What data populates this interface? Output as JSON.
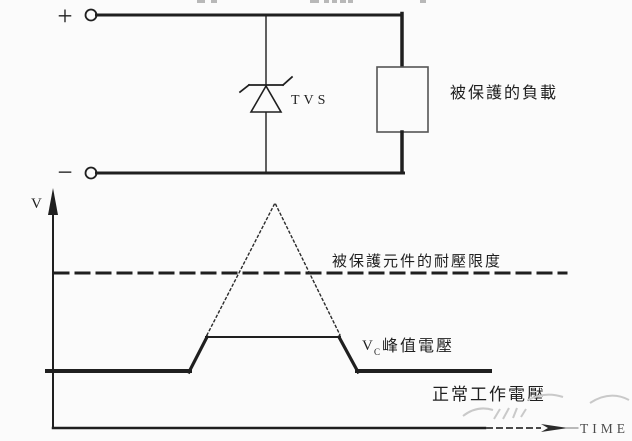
{
  "background": "#fbfbfb",
  "ink_color": "#1f1f1f",
  "box_stroke_color": "#555555",
  "watermark_color": "#c9c9c9",
  "circuit": {
    "plus_label": "+",
    "minus_label": "−",
    "tvs_label": "TVS",
    "load_label": "被保護的負載"
  },
  "graph": {
    "v_axis_label": "V",
    "time_axis_label": "TIME",
    "limit_line_label": "被保護元件的耐壓限度",
    "clamp_label_prefix": "V",
    "clamp_label_subscript": "C",
    "clamp_label_suffix": "峰值電壓",
    "normal_voltage_label": "正常工作電壓"
  },
  "chart_data": {
    "type": "line",
    "title": "",
    "xlabel": "TIME",
    "ylabel": "V",
    "grid": false,
    "description": "Qualitative voltage-vs-time sketch: normal operating voltage baseline, a transient surge (dotted triangle) that would exceed the protected component's withstand limit (dashed line), clamped by the TVS to the VC peak clamping voltage (flat solid segment).",
    "series": [
      {
        "name": "clamped output voltage (solid)",
        "style": "solid"
      },
      {
        "name": "unsuppressed surge (dotted)",
        "style": "dotted"
      },
      {
        "name": "withstand limit of protected component (dashed)",
        "style": "dashed"
      }
    ],
    "levels_order_low_to_high": [
      "正常工作電壓",
      "VC峰值電壓",
      "被保護元件的耐壓限度",
      "surge peak"
    ],
    "annotations": [
      "被保護元件的耐壓限度",
      "VC峰值電壓",
      "正常工作電壓"
    ]
  },
  "waveform": {
    "baseline_left": "47,371 190,371",
    "rise": "189,372 207,337",
    "clamp": "206,337 340,337",
    "fall": "339,337 358,372",
    "baseline_right": "357,371 490,371",
    "surge_dotted": "207,335 275,203 340,335",
    "limit_dashed": "55,273 566,273"
  }
}
